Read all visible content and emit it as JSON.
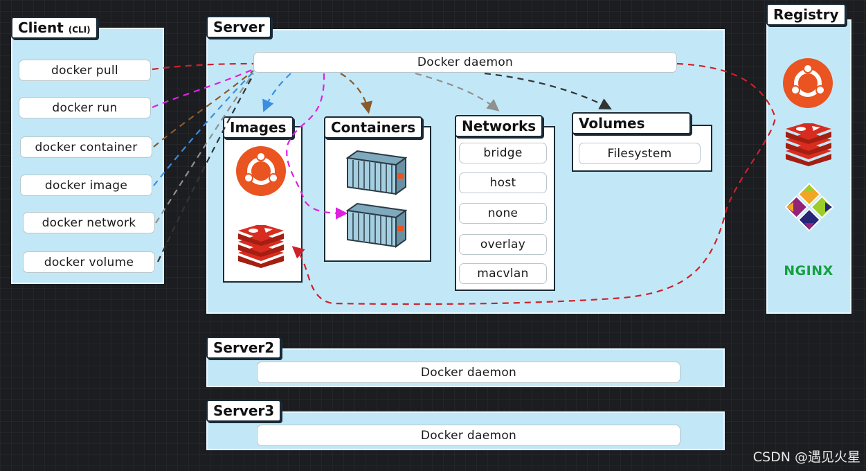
{
  "client": {
    "title": "Client",
    "title_suffix": "(CLI)",
    "commands": [
      "docker pull",
      "docker run",
      "docker container",
      "docker image",
      "docker network",
      "docker volume"
    ]
  },
  "server": {
    "title": "Server",
    "daemon": "Docker daemon",
    "images": {
      "title": "Images",
      "items": [
        "ubuntu-logo-icon",
        "redis-logo-icon"
      ]
    },
    "containers": {
      "title": "Containers",
      "items": [
        "container-icon",
        "container-icon"
      ]
    },
    "networks": {
      "title": "Networks",
      "items": [
        "bridge",
        "host",
        "none",
        "overlay",
        "macvlan"
      ]
    },
    "volumes": {
      "title": "Volumes",
      "items": [
        "Filesystem"
      ]
    }
  },
  "server2": {
    "title": "Server2",
    "daemon": "Docker daemon"
  },
  "server3": {
    "title": "Server3",
    "daemon": "Docker daemon"
  },
  "registry": {
    "title": "Registry",
    "items": [
      "ubuntu-logo-icon",
      "redis-logo-icon",
      "centos-logo-icon"
    ],
    "nginx_logo": "NGINX"
  },
  "watermark": "CSDN @遇见火星",
  "colors": {
    "panel": "#c2e8f7",
    "pull": "#d0202a",
    "run": "#e020e0",
    "container": "#8a5a2a",
    "image": "#3a8ee0",
    "network": "#909090",
    "volume": "#333333",
    "ubuntu": "#e95420",
    "redis": "#d82c20",
    "nginx": "#15a040"
  }
}
